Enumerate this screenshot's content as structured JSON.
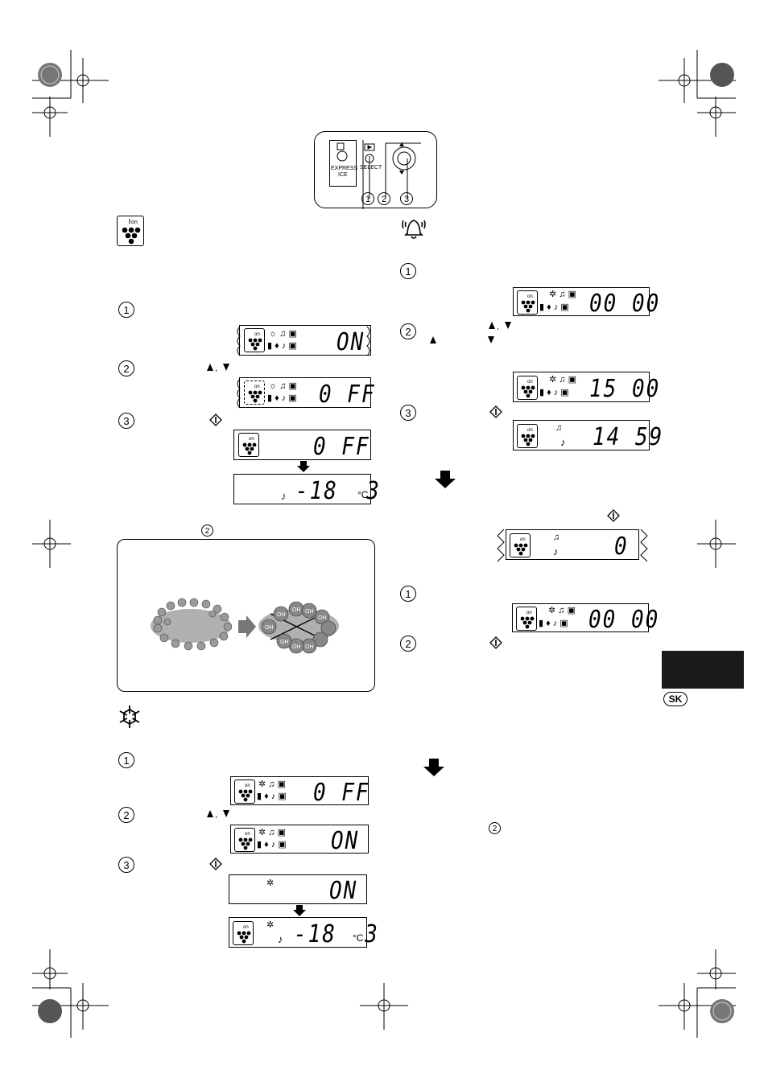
{
  "control_panel": {
    "express_label": "EXPRESS",
    "ice_label": "ICE",
    "select_label": "SELECT",
    "callouts": [
      "1",
      "2",
      "3"
    ]
  },
  "steps": {
    "one": "1",
    "two": "2",
    "three": "3"
  },
  "plasma": {
    "s1_display": "ON",
    "s2_display": "0 FF",
    "s3_display_a": "0 FF",
    "s3_display_b": "-18  3",
    "unit": "°C",
    "ion_label": "on",
    "box_ref": "2"
  },
  "express_freeze": {
    "s1_display": "0 FF",
    "s2_display": "ON",
    "s3_display_a": "ON",
    "s3_display_b": "-18  3",
    "unit": "°C"
  },
  "alarm": {
    "s1_display": "00 00",
    "s2_display": "15 00",
    "s3_display": "14 59",
    "ring_display": "0",
    "cancel_s1_display": "00 00",
    "footer_ref": "2"
  },
  "language_tab": "SK",
  "colors": {
    "tab": "#1a1a1a",
    "gray": "#999999",
    "ion_gray": "#b0b0b0"
  }
}
